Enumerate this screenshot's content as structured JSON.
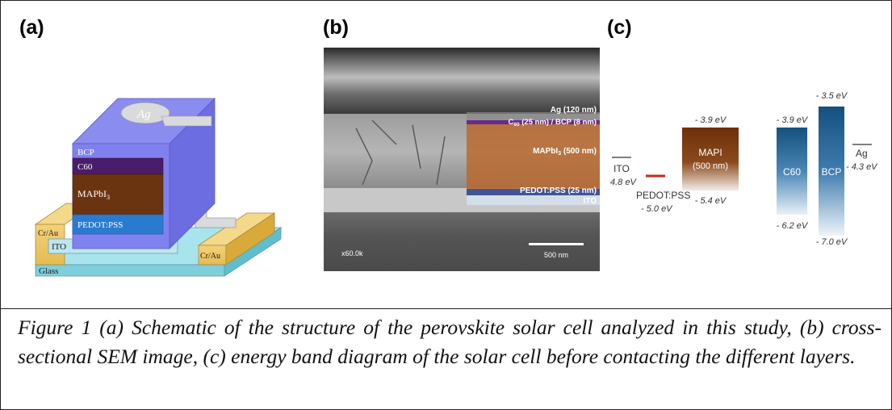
{
  "panels": {
    "a": {
      "label": "(a)"
    },
    "b": {
      "label": "(b)"
    },
    "c": {
      "label": "(c)"
    }
  },
  "schematic": {
    "layers": {
      "ag": "Ag",
      "bcp": "BCP",
      "c60": "C60",
      "mapbi": "MAPbI",
      "mapbi_sub": "3",
      "pedot": "PEDOT:PSS",
      "ito": "ITO",
      "glass": "Glass",
      "contact_left": "Cr/Au",
      "contact_right": "Cr/Au"
    }
  },
  "sem": {
    "labels": {
      "ag": "Ag (120 nm)",
      "c60_a": "C",
      "c60_sub": "60",
      "c60_b": " (25 nm) / BCP (8 nm)",
      "mapbi_a": "MAPbI",
      "mapbi_sub": "3",
      "mapbi_b": " (500 nm)",
      "pedot": "PEDOT:PSS (25 nm)",
      "ito": "ITO"
    },
    "magnification": "x60.0k",
    "scale_bar": "500 nm"
  },
  "band_diagram": {
    "ito": {
      "name": "ITO",
      "work_function": "4.8 eV"
    },
    "pedot": {
      "name": "PEDOT:PSS",
      "level": "- 5.0 eV"
    },
    "mapi": {
      "name": "MAPI",
      "thickness": "(500 nm)",
      "lumo": "- 3.9 eV",
      "homo": "- 5.4 eV"
    },
    "c60": {
      "name": "C60",
      "lumo": "- 3.9 eV",
      "homo": "- 6.2 eV"
    },
    "bcp": {
      "name": "BCP",
      "lumo": "- 3.5 eV",
      "homo": "- 7.0 eV"
    },
    "ag": {
      "name": "Ag",
      "work_function": "- 4.3 eV"
    },
    "colors": {
      "mapi": "#7a3b12",
      "c60": "#1f5a8c",
      "bcp": "#1f5a8c",
      "pedot": "#c8261e"
    }
  },
  "caption": "Figure 1 (a) Schematic of the structure of the perovskite solar cell analyzed in this study, (b) cross-sectional SEM image, (c) energy band diagram of the solar cell before contacting the different layers."
}
